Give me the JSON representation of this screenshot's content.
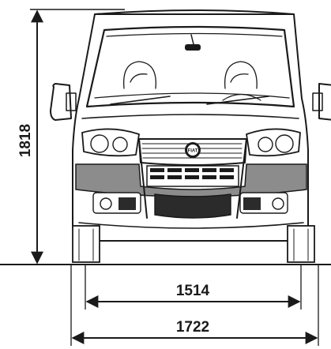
{
  "dimensions": {
    "height": "1818",
    "front_track": "1514",
    "overall_width": "1722"
  },
  "badge": "FIAT",
  "colors": {
    "ink": "#1a1a1a",
    "body_fill": "#f2f2f2",
    "bumper_band": "#8c8c8c",
    "paper": "#ffffff"
  }
}
